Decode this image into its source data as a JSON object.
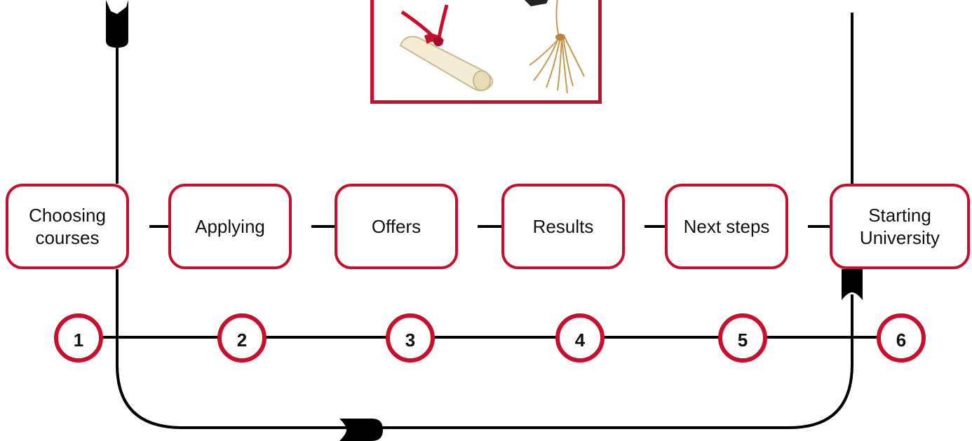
{
  "colors": {
    "accent": "#c8102e",
    "line": "#000000",
    "text": "#111111"
  },
  "steps": [
    {
      "number": "1",
      "label": "Choosing\ncourses"
    },
    {
      "number": "2",
      "label": "Applying"
    },
    {
      "number": "3",
      "label": "Offers"
    },
    {
      "number": "4",
      "label": "Results"
    },
    {
      "number": "5",
      "label": "Next steps"
    },
    {
      "number": "6",
      "label": "Starting\nUniversity"
    }
  ],
  "image": {
    "icon": "graduation-diploma-icon"
  }
}
